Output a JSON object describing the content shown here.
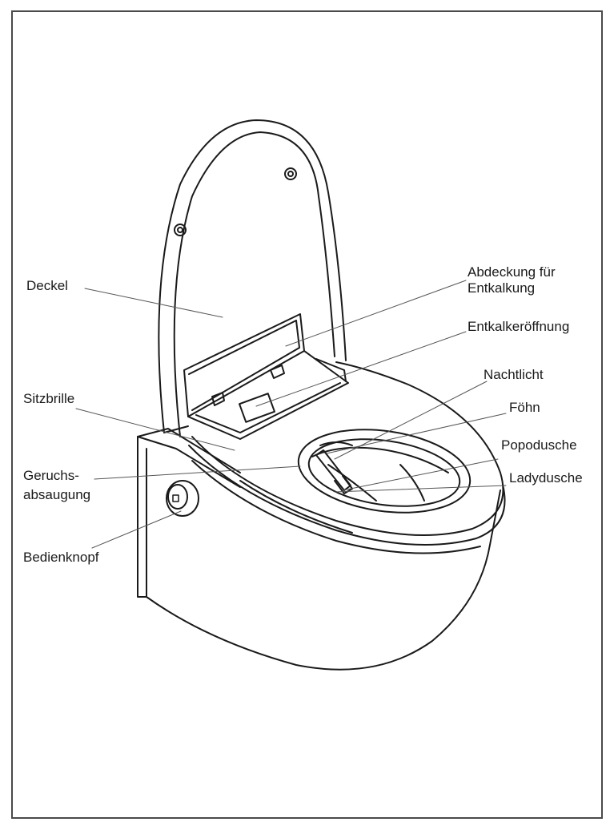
{
  "labels": {
    "deckel": "Deckel",
    "abdeckung_line1": "Abdeckung für",
    "abdeckung_line2": "Entkalkung",
    "entkalkeroeffnung": "Entkalkeröffnung",
    "nachtlicht": "Nachtlicht",
    "foehn": "Föhn",
    "popodusche": "Popodusche",
    "ladydusche": "Ladydusche",
    "sitzbrille": "Sitzbrille",
    "geruchs_line1": "Geruchs-",
    "geruchs_line2": "absaugung",
    "bedienknopf": "Bedienknopf"
  },
  "colors": {
    "line": "#1a1a1a",
    "leader": "#555555",
    "frame": "#4a4a4a"
  }
}
